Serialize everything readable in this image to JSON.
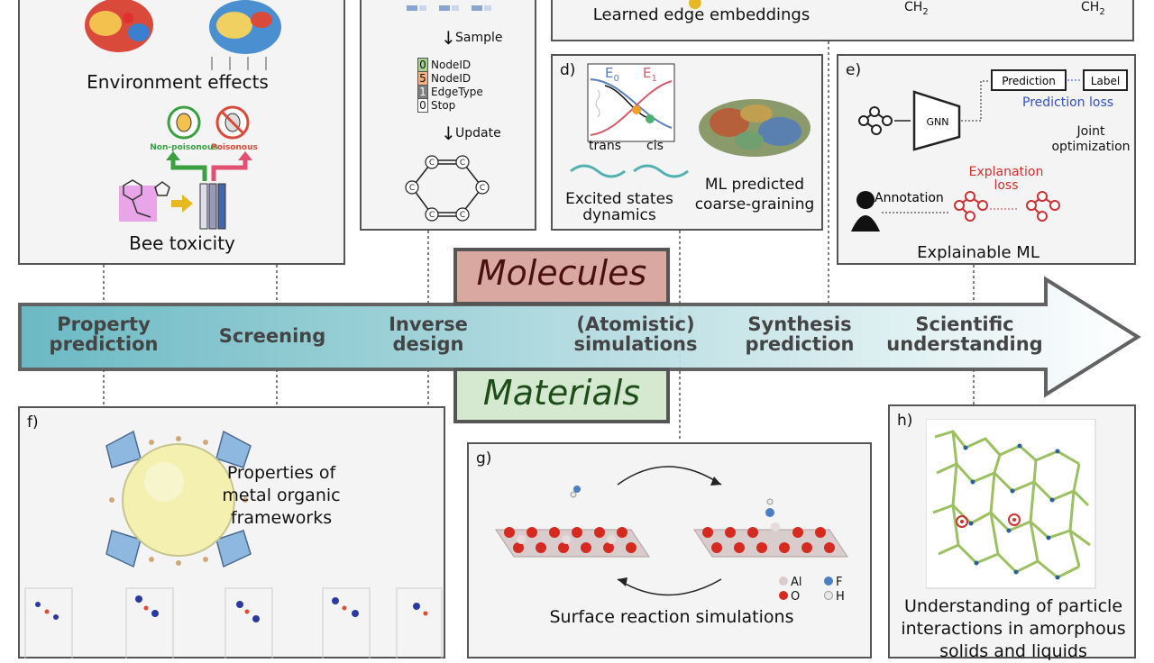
{
  "panel_a": {
    "environment": "Environment effects",
    "non_poisonous": "Non-poisonous",
    "poisonous": "Poisonous",
    "bee_toxicity": "Bee toxicity"
  },
  "panel_c": {
    "sample": "Sample",
    "update": "Update",
    "actions": [
      {
        "num": "0",
        "label": "NodeID",
        "color": "#a9d08e"
      },
      {
        "num": "5",
        "label": "NodeID",
        "color": "#f4b183"
      },
      {
        "num": "1",
        "label": "EdgeType",
        "color": "#7f7f7f"
      },
      {
        "num": "0",
        "label": "Stop",
        "color": "#ffffff"
      }
    ],
    "atom": "C"
  },
  "panel_b": {
    "caption": "Learned edge embeddings",
    "ch2": "CH",
    "sub": "2"
  },
  "panel_d": {
    "tag": "d)",
    "e0": "E",
    "e0sub": "0",
    "e1": "E",
    "e1sub": "1",
    "trans": "trans",
    "cis": "cis",
    "excited": "Excited states dynamics",
    "ml_cg": "ML predicted coarse-graining"
  },
  "panel_e": {
    "tag": "e)",
    "gnn": "GNN",
    "prediction": "Prediction",
    "label": "Label",
    "prediction_loss": "Prediction loss",
    "joint": "Joint optimization",
    "explanation_loss": "Explanation loss",
    "annotation": "Annotation",
    "caption": "Explainable ML"
  },
  "timeline": {
    "stages": [
      {
        "line1": "Property",
        "line2": "prediction"
      },
      {
        "line1": "Screening",
        "line2": ""
      },
      {
        "line1": "Inverse",
        "line2": "design"
      },
      {
        "line1": "(Atomistic)",
        "line2": "simulations"
      },
      {
        "line1": "Synthesis",
        "line2": "prediction"
      },
      {
        "line1": "Scientific",
        "line2": "understanding"
      }
    ],
    "molecules": "Molecules",
    "materials": "Materials",
    "colors": {
      "arrow_left": "#5fb4bf",
      "arrow_right": "#ffffff",
      "molecules_bg": "#d9a8a0",
      "molecules_text": "#4a1010",
      "materials_bg": "#d5e8d0",
      "materials_text": "#1e4d1a"
    }
  },
  "panel_f": {
    "tag": "f)",
    "caption": "Properties of metal organic frameworks"
  },
  "panel_g": {
    "tag": "g)",
    "caption": "Surface reaction simulations",
    "legend": [
      {
        "el": "Al",
        "color": "#d8cccc"
      },
      {
        "el": "F",
        "color": "#4a7fc1"
      },
      {
        "el": "O",
        "color": "#d42a20"
      },
      {
        "el": "H",
        "color": "#e8e8e8"
      }
    ]
  },
  "panel_h": {
    "tag": "h)",
    "caption": "Understanding of particle interactions in amorphous solids and liquids"
  }
}
